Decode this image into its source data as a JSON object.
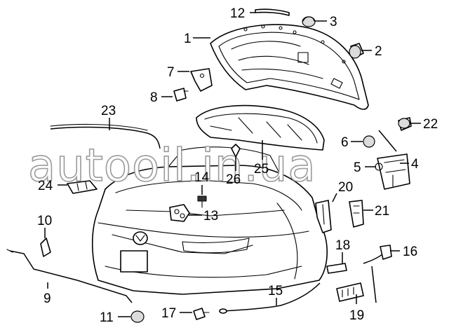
{
  "watermark": "autooil.in.ua",
  "callouts": [
    "1",
    "2",
    "3",
    "4",
    "5",
    "6",
    "7",
    "8",
    "9",
    "10",
    "11",
    "12",
    "13",
    "14",
    "15",
    "16",
    "17",
    "18",
    "19",
    "20",
    "21",
    "22",
    "23",
    "24",
    "25",
    "26"
  ]
}
